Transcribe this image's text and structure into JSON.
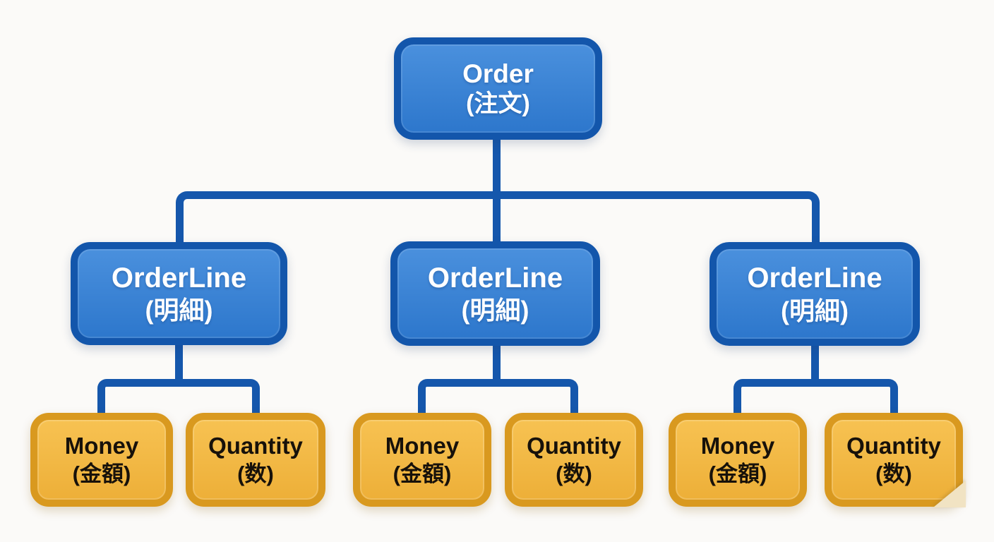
{
  "title": "Order / OrderLine / Money / Quantity hierarchy diagram",
  "colors": {
    "background": "#fbfaf8",
    "line": "#1557ac",
    "blue_border": "#1356ab",
    "blue_fill_top": "#4a90dd",
    "blue_fill_bottom": "#2d77cc",
    "blue_text": "#ffffff",
    "orange_border": "#d9991f",
    "orange_fill_top": "#f7c252",
    "orange_fill_bottom": "#edaf38",
    "orange_text": "#17110a",
    "curl": "#f1e3c3"
  },
  "root": {
    "label": "Order",
    "sublabel": "(注文)"
  },
  "groups": [
    {
      "parent": {
        "label": "OrderLine",
        "sublabel": "(明細)"
      },
      "children": [
        {
          "label": "Money",
          "sublabel": "(金額)"
        },
        {
          "label": "Quantity",
          "sublabel": "(数)"
        }
      ]
    },
    {
      "parent": {
        "label": "OrderLine",
        "sublabel": "(明細)"
      },
      "children": [
        {
          "label": "Money",
          "sublabel": "(金額)"
        },
        {
          "label": "Quantity",
          "sublabel": "(数)"
        }
      ]
    },
    {
      "parent": {
        "label": "OrderLine",
        "sublabel": "(明細)"
      },
      "children": [
        {
          "label": "Money",
          "sublabel": "(金額)"
        },
        {
          "label": "Quantity",
          "sublabel": "(数)"
        }
      ]
    }
  ]
}
